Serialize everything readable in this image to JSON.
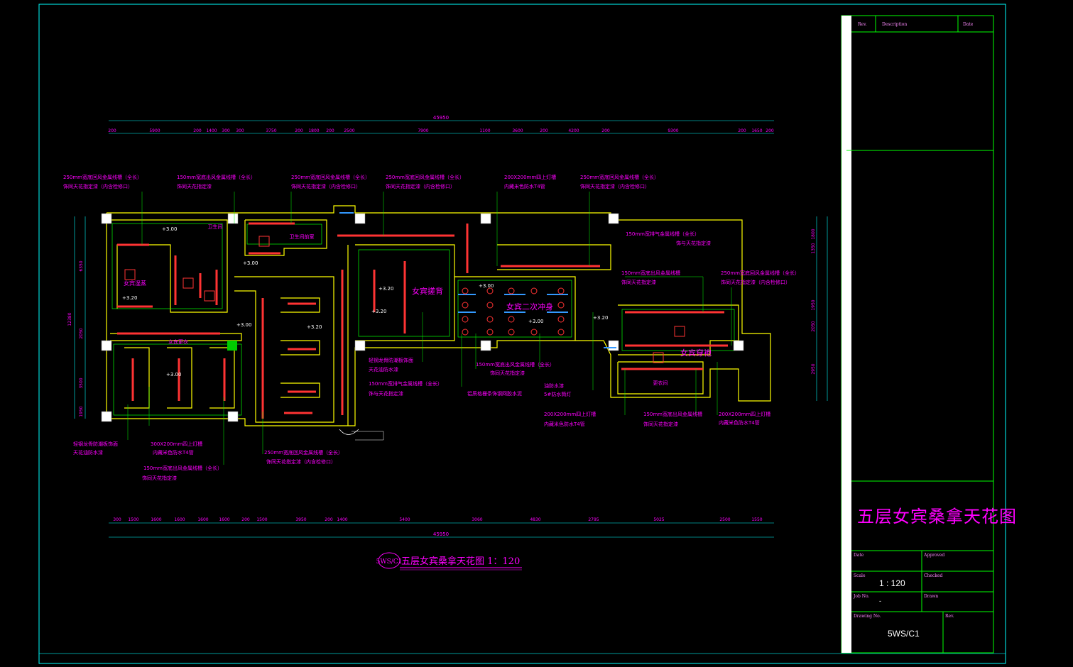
{
  "title_block": {
    "rev_header": "Rev.",
    "description_header": "Description",
    "date_header": "Date",
    "drawing_title": "五层女宾桑拿天花图",
    "date_label": "Date",
    "approved_label": "Approved",
    "scale_label": "Scale",
    "scale_value": "1 : 120",
    "checked_label": "Checked",
    "job_label": "Job No.",
    "job_value": "-",
    "drawn_label": "Drawn",
    "drawing_no_label": "Drawing No.",
    "drawing_no_value": "5WS/C1",
    "rev_label": "Rev."
  },
  "plan": {
    "caption_tag": "5WS/C1",
    "caption": "五层女宾桑拿天花图  1：120",
    "overall_dimension": "45950",
    "top_dimensions": [
      "200",
      "5900",
      "200",
      "1400",
      "300",
      "300",
      "3750",
      "200",
      "1800",
      "200",
      "2500",
      "7900",
      "1100",
      "3600",
      "200",
      "4200",
      "200",
      "9300",
      "200",
      "1650",
      "200"
    ],
    "bottom_dimensions": [
      "300",
      "1500",
      "1600",
      "1600",
      "1600",
      "1600",
      "200",
      "1500",
      "3950",
      "200",
      "1400",
      "5400",
      "3060",
      "4830",
      "2795",
      "5025",
      "2500",
      "1550"
    ],
    "left_dimensions": [
      "12380",
      "6350",
      "2050",
      "3500",
      "1950"
    ],
    "right_dimensions": [
      "1800",
      "1350",
      "1950",
      "2050",
      "2950"
    ],
    "room_labels": [
      "卫生间",
      "女宾湿蒸",
      "女宾更衣",
      "女宾搓背",
      "女宾二次冲身",
      "女宾穿袍",
      "更衣间",
      "卫生间前室"
    ],
    "level_marks": [
      "+3.00",
      "+3.20",
      "+3.00",
      "+3.20",
      "+3.00",
      "+3.20",
      "+3.00",
      "+3.20",
      "+3.00",
      "+3.00",
      "+3.20"
    ],
    "notes_top": [
      "250mm宽底回风金属线槽（全长）",
      "150mm宽底出风金属线槽（全长）",
      "250mm宽底回风金属线槽（全长）",
      "250mm宽底回风金属线槽（全长）",
      "200X200mm四上灯槽",
      "250mm宽底回风金属线槽（全长）"
    ],
    "notes_top_second": [
      "饰同天花指定漆（内含检修口）",
      "饰同天花指定漆",
      "饰同天花指定漆（内含检修口）",
      "饰同天花指定漆（内含检修口）",
      "内藏米色防水T4管",
      "饰同天花指定漆（内含检修口）"
    ],
    "notes_right": [
      "150mm宽排气金属线槽（全长）",
      "饰与天花指定漆",
      "150mm宽底出风金属线槽",
      "饰同天花指定漆",
      "250mm宽底回风金属线槽（全长）",
      "饰同天花指定漆（内含检修口）"
    ],
    "notes_bottom": [
      "轻钢龙骨防潮板饰面",
      "天花油防水漆",
      "300X200mm四上灯槽",
      "内藏米色防水T4管",
      "150mm宽底出风金属线槽（全长）",
      "饰同天花指定漆",
      "250mm宽底回风金属线槽（全长）",
      "饰同天花指定漆（内含检修口）",
      "轻钢龙骨防潮板饰面",
      "天花油防水漆",
      "150mm宽排气金属线槽（全长）",
      "饰与天花指定漆",
      "150mm宽底出风金属线槽（全长）",
      "饰同天花指定漆",
      "铝质格栅条饰钢网胶水泥",
      "油防水漆",
      "5#防水筒灯",
      "200X200mm四上灯槽",
      "内藏米色防水T4管",
      "150mm宽底出风金属线槽",
      "饰同天花指定漆",
      "200X200mm四上灯槽",
      "内藏米色防水T4管",
      "轻钢龙骨防潮板饰面天花油防水漆"
    ]
  },
  "colors": {
    "background": "#000000",
    "frame": "#00ffff",
    "title_lines": "#00ff00",
    "text_magenta": "#ff00ff",
    "wall": "#ffff00",
    "inner_wall": "#00ff00",
    "light_trough": "#ff3333",
    "vent_blue": "#3399ff"
  }
}
